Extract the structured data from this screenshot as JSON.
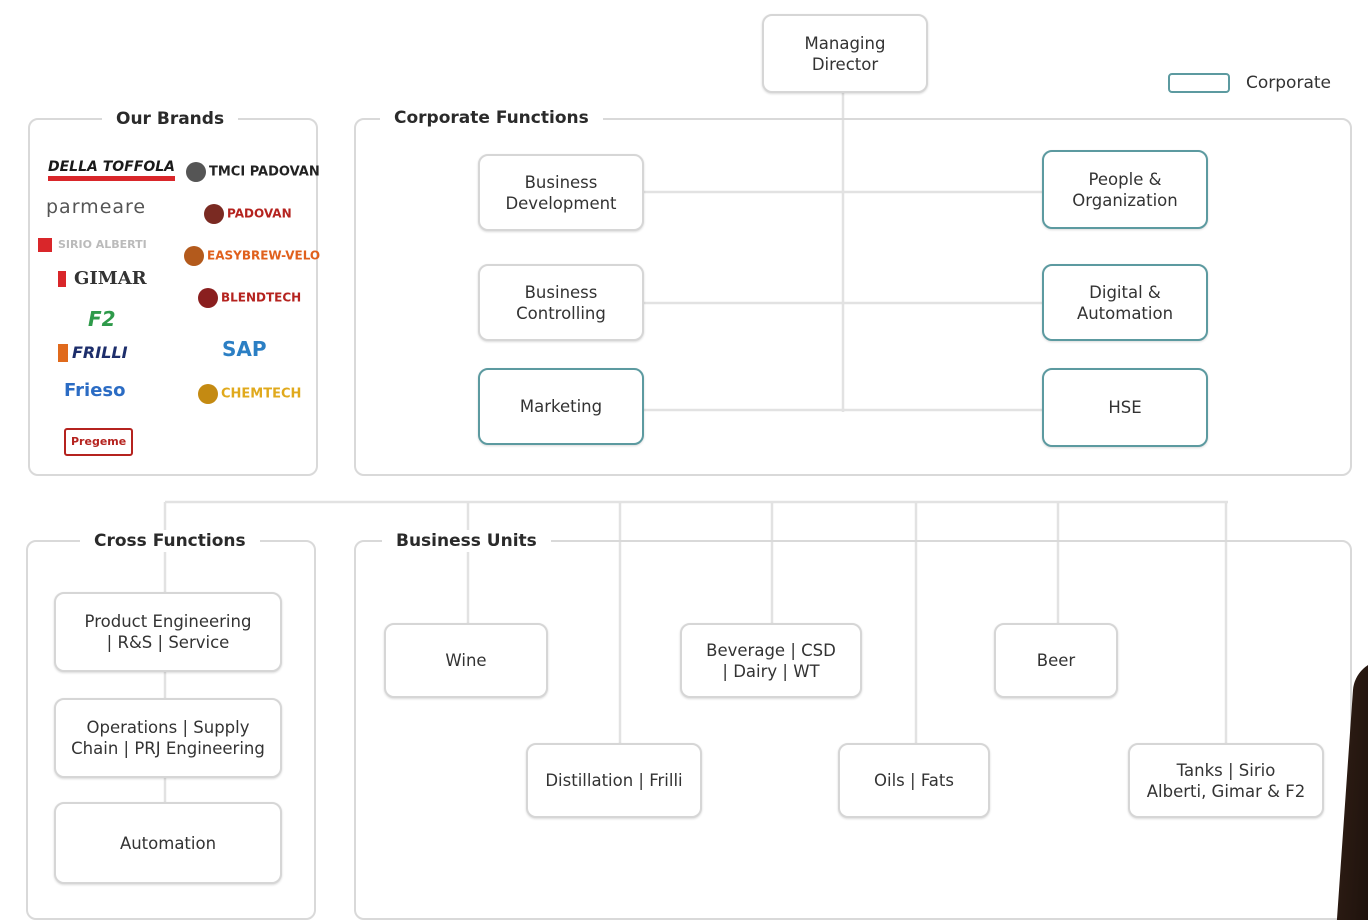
{
  "managing_director": "Managing\nDirector",
  "legend": {
    "label": "Corporate",
    "color": "#5c9aa0"
  },
  "brands": {
    "title": "Our Brands",
    "items": [
      "DELLA TOFFOLA",
      "TMCI PADOVAN",
      "parmeare",
      "SIRIO ALBERTI",
      "PADOVAN",
      "EASYBREW-VELO",
      "GIMAR",
      "BLENDTECH",
      "F2",
      "FRILLI",
      "SAP",
      "Frieso",
      "CHEMTECH",
      "Pregeme"
    ]
  },
  "corporate_functions": {
    "title": "Corporate Functions",
    "left": [
      {
        "label": "Business\nDevelopment",
        "corporate": false
      },
      {
        "label": "Business\nControlling",
        "corporate": false
      },
      {
        "label": "Marketing",
        "corporate": true
      }
    ],
    "right": [
      {
        "label": "People &\nOrganization",
        "corporate": true
      },
      {
        "label": "Digital &\nAutomation",
        "corporate": true
      },
      {
        "label": "HSE",
        "corporate": true
      }
    ]
  },
  "cross_functions": {
    "title": "Cross Functions",
    "items": [
      "Product Engineering\n| R&S | Service",
      "Operations | Supply\nChain | PRJ Engineering",
      "Automation"
    ]
  },
  "business_units": {
    "title": "Business Units",
    "top": [
      "Wine",
      "Beverage | CSD\n| Dairy | WT",
      "Beer"
    ],
    "bottom": [
      "Distillation | Frilli",
      "Oils | Fats",
      "Tanks | Sirio\nAlberti, Gimar & F2"
    ]
  }
}
